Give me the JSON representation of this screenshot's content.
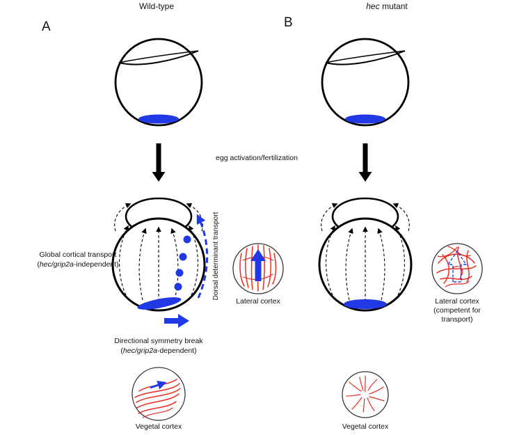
{
  "colors": {
    "blue": "#2139e4",
    "red": "#e82c21",
    "outline": "#000000"
  },
  "header": {
    "panel_a": "A",
    "panel_b": "B",
    "title_left": "Wild-type",
    "title_right_gene": "hec",
    "title_right_rest": "mutant"
  },
  "middle": {
    "egg_activation": "egg activation/fertilization"
  },
  "panel_a_labels": {
    "global_line1": "Global cortical transport",
    "global_pre": "(",
    "global_gene": "hec/grip2a",
    "global_post": "-independent)",
    "dorsal": "Dorsal determinant transport",
    "symmetry_line1": "Directional symmetry break",
    "symmetry_pre": "(",
    "symmetry_gene": "hec/grip2a",
    "symmetry_post": "-dependent)",
    "lateral": "Lateral cortex",
    "vegetal": "Vegetal cortex"
  },
  "panel_b_labels": {
    "lateral1": "Lateral cortex",
    "lateral2": "(competent for",
    "lateral3": "transport)",
    "vegetal": "Vegetal cortex"
  }
}
